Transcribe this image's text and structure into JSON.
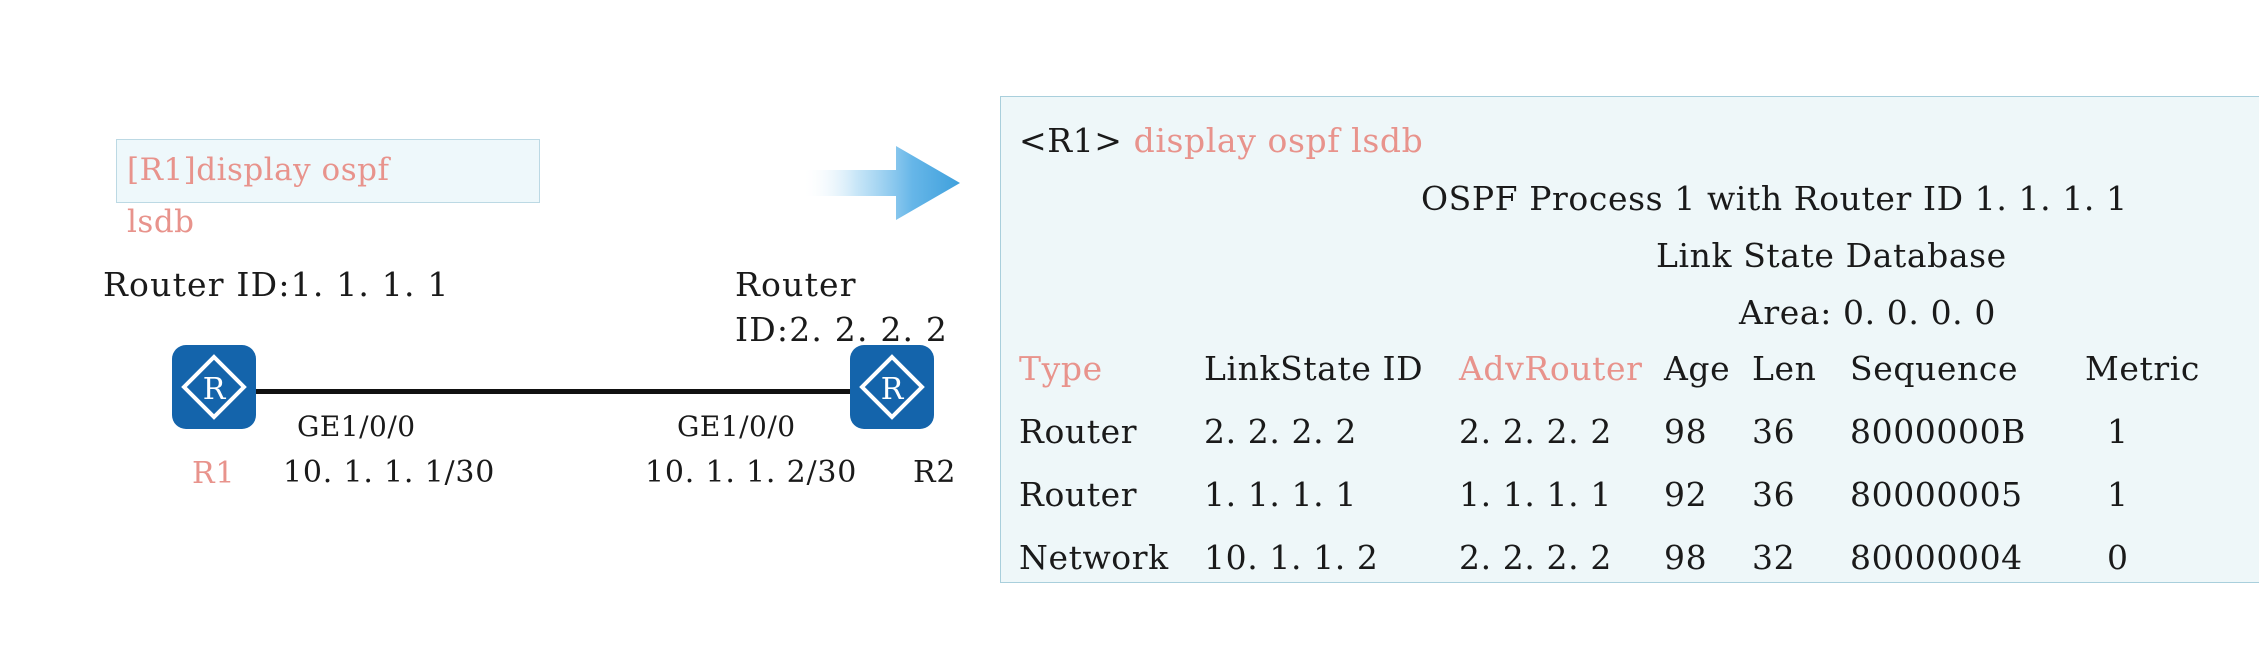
{
  "diagram": {
    "command_box": {
      "line1": "[R1]display ospf",
      "line2": "lsdb"
    },
    "router1": {
      "id_label": "Router ID:1. 1. 1. 1",
      "name": "R1",
      "interface": "GE1/0/0",
      "ip": "10. 1. 1. 1/30",
      "icon": "router-icon"
    },
    "router2": {
      "id_label_line1": "Router",
      "id_label_line2": "ID:2. 2. 2. 2",
      "name": "R2",
      "interface": "GE1/0/0",
      "ip": "10. 1. 1. 2/30",
      "icon": "router-icon"
    },
    "arrow": "flow-arrow-icon"
  },
  "terminal": {
    "prompt": "<R1>",
    "command": "display ospf lsdb",
    "header_line1": "OSPF Process 1 with Router ID 1. 1. 1. 1",
    "header_line2": "Link State Database",
    "header_line3": "Area: 0. 0. 0. 0",
    "columns": [
      "Type",
      "LinkState ID",
      "AdvRouter",
      "Age",
      "Len",
      "Sequence",
      "Metric"
    ],
    "accent_columns": [
      "Type",
      "AdvRouter"
    ],
    "rows": [
      [
        "Router",
        "2. 2. 2. 2",
        "2. 2. 2. 2",
        "98",
        "36",
        "8000000B",
        "1"
      ],
      [
        "Router",
        "1. 1. 1. 1",
        "1. 1. 1. 1",
        "92",
        "36",
        "80000005",
        "1"
      ],
      [
        "Network",
        "10. 1. 1. 2",
        "2. 2. 2. 2",
        "98",
        "32",
        "80000004",
        "0"
      ]
    ]
  },
  "colors": {
    "accent_salmon": "#e8938c",
    "panel_bg": "#eef7f9",
    "panel_border": "#a9cfdc",
    "router_blue": "#1464ab",
    "arrow_blue": "#4fa8e0",
    "text": "#1a1a1a"
  }
}
